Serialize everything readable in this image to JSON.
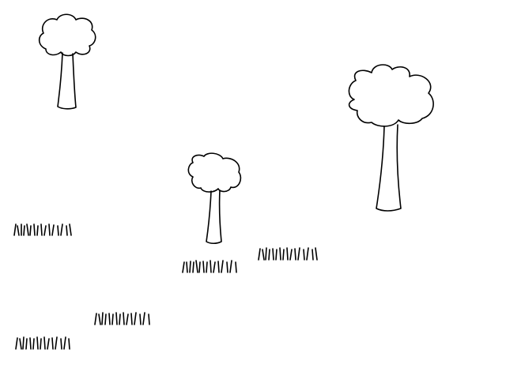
{
  "scene": {
    "background_color": "#ffffff",
    "ink_color": "#000000",
    "style": "hand-drawn line sketch",
    "trees": {
      "count": 3,
      "icon": "tree-icon"
    },
    "grass_tufts": {
      "count": 5,
      "icon": "grass-tuft-icon"
    }
  }
}
